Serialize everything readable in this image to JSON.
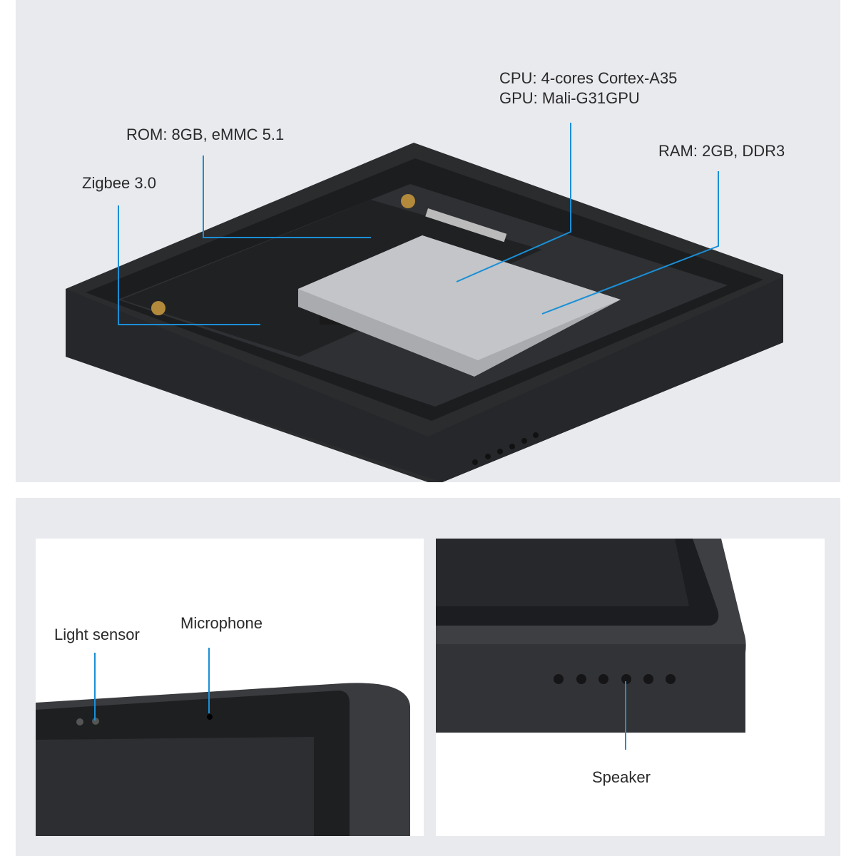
{
  "top_panel": {
    "labels": {
      "cpu": "CPU: 4-cores Cortex-A35",
      "gpu": "GPU: Mali-G31GPU",
      "rom": "ROM: 8GB, eMMC 5.1",
      "ram": "RAM: 2GB, DDR3",
      "zigbee": "Zigbee 3.0"
    }
  },
  "bottom_left": {
    "labels": {
      "light_sensor": "Light sensor",
      "microphone": "Microphone"
    }
  },
  "bottom_right": {
    "labels": {
      "speaker": "Speaker"
    }
  },
  "colors": {
    "leader": "#1a8fd6",
    "panel": "#e9eaee",
    "device": "#2b2c2e"
  }
}
